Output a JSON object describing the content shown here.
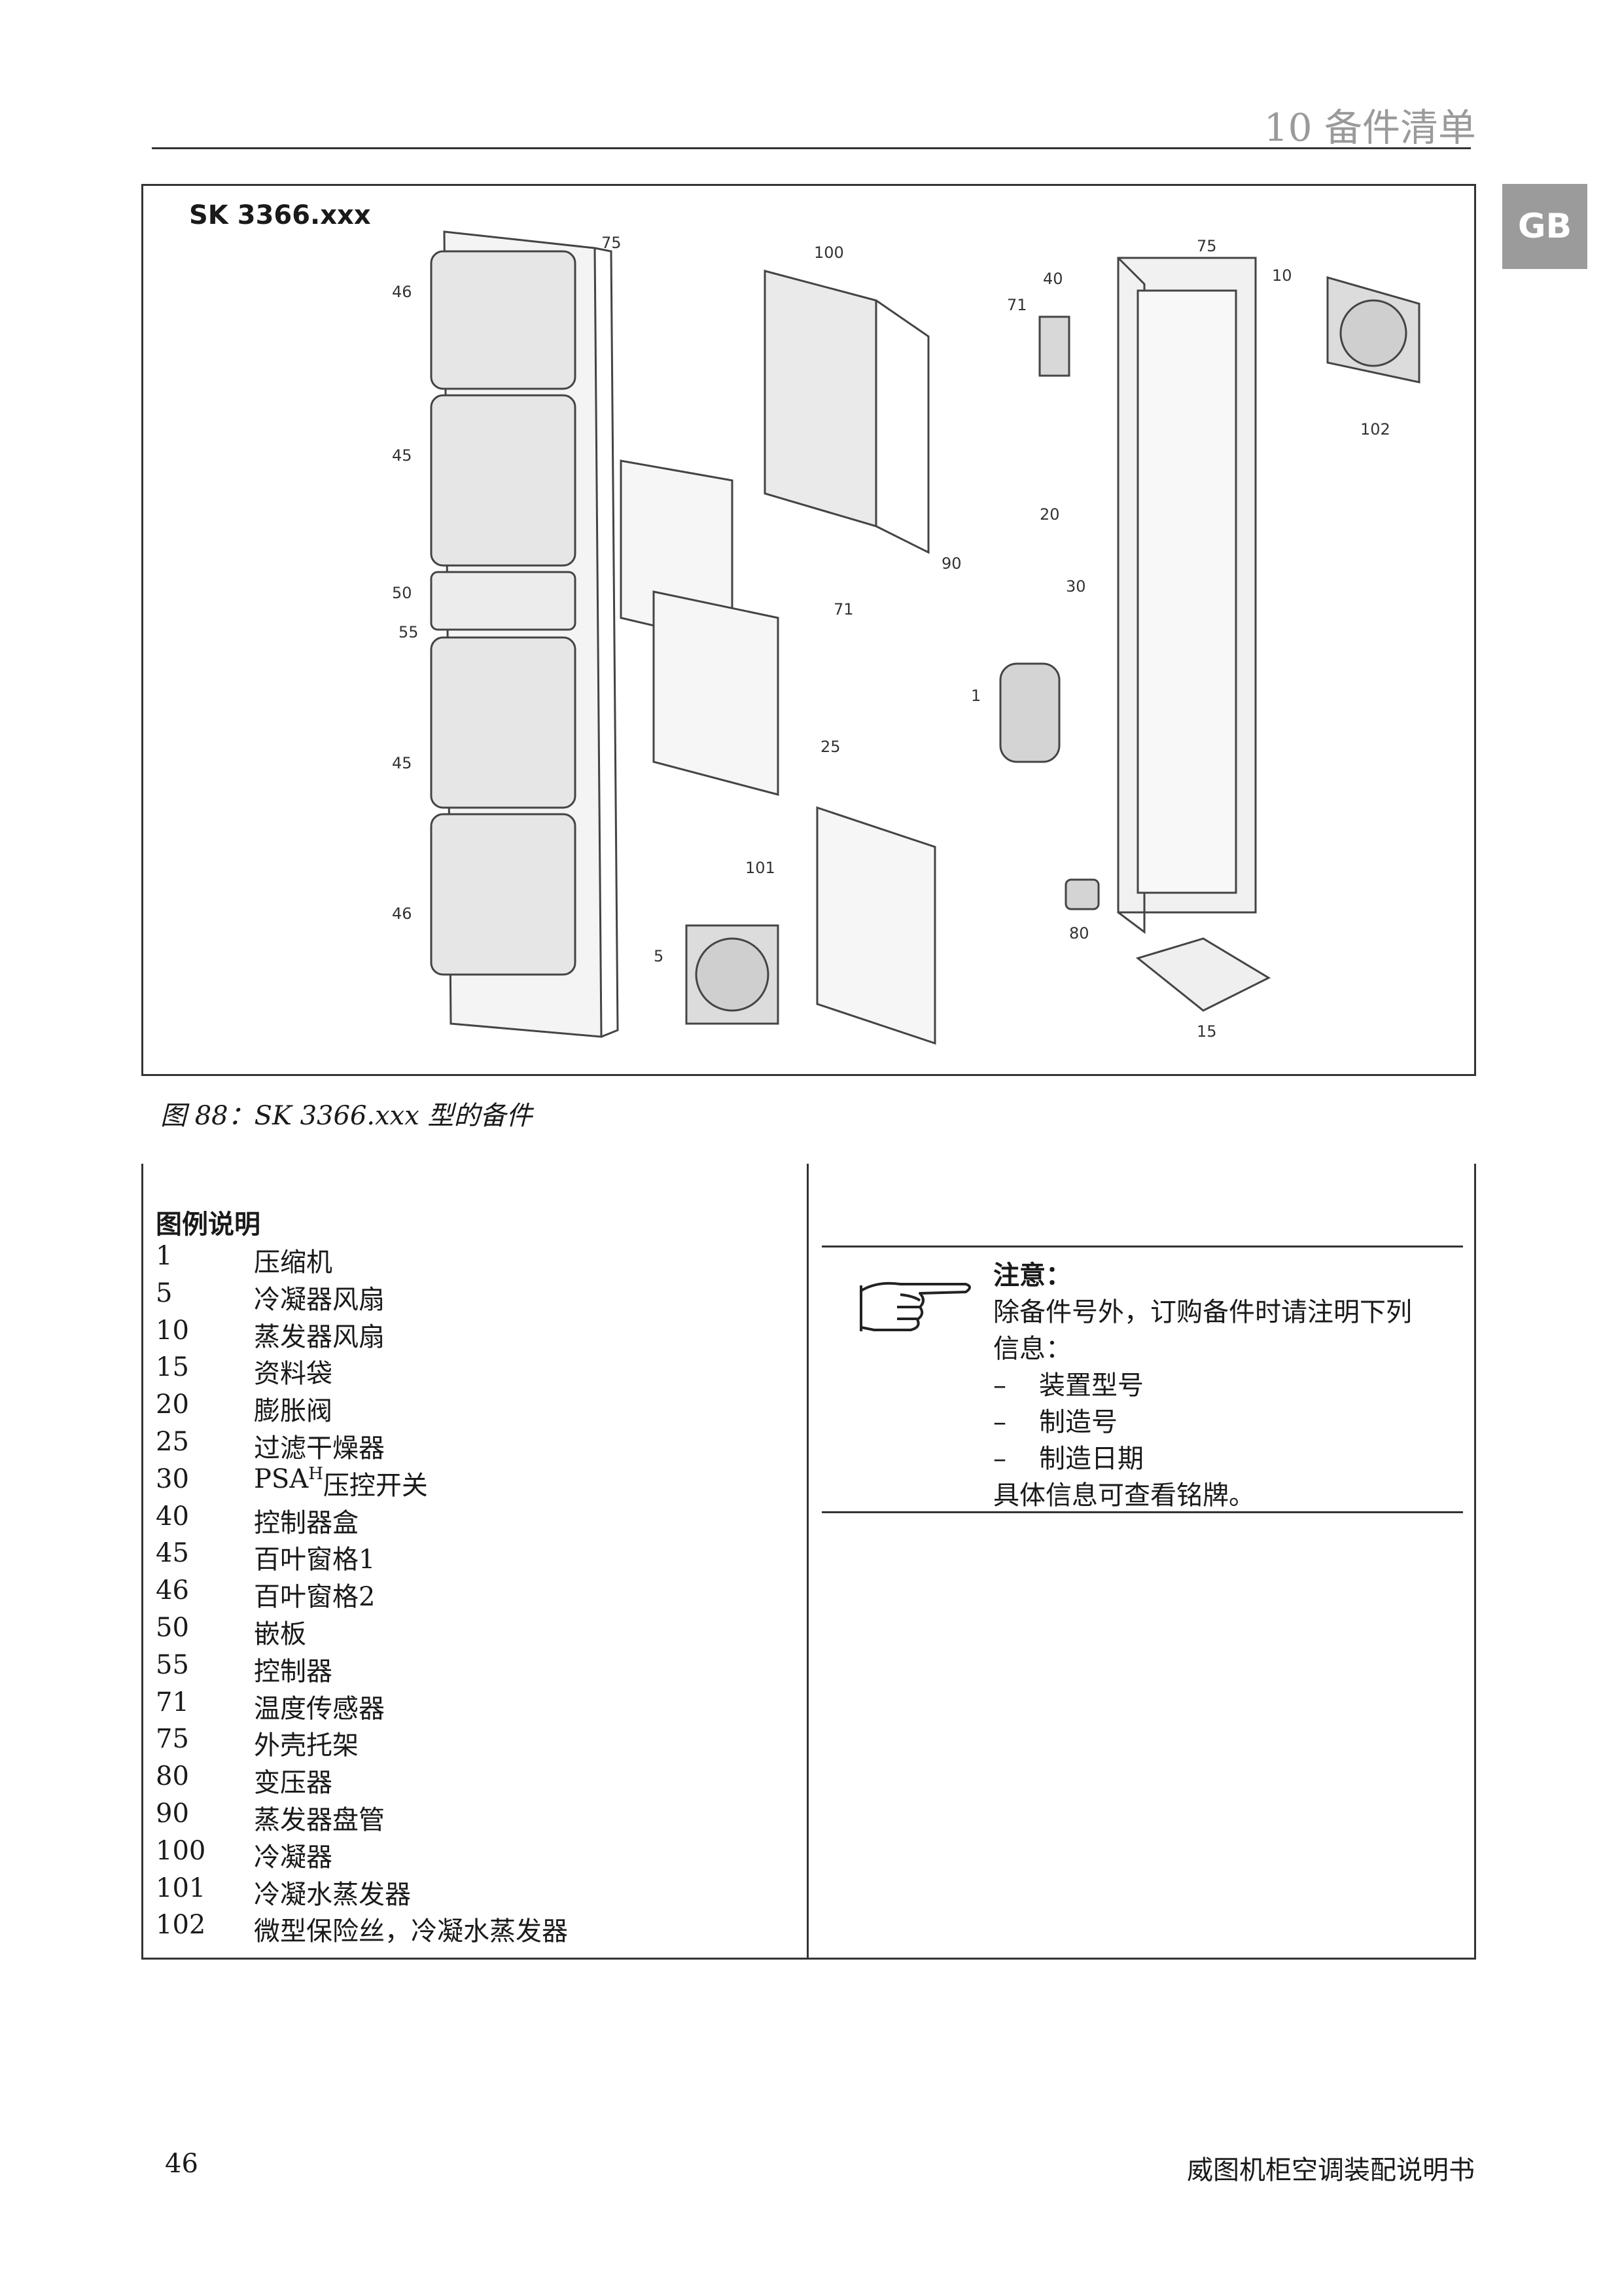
{
  "header": {
    "section_title": "10 备件清单",
    "tab_label": "GB"
  },
  "figure": {
    "model": "SK 3366.xxx",
    "caption": "图 88：SK 3366.xxx 型的备件",
    "callouts": [
      "75",
      "46",
      "45",
      "50",
      "55",
      "45",
      "46",
      "100",
      "71",
      "40",
      "75",
      "10",
      "102",
      "20",
      "90",
      "71",
      "30",
      "25",
      "1",
      "101",
      "5",
      "80",
      "15"
    ]
  },
  "legend": {
    "title": "图例说明",
    "items": [
      {
        "num": "1",
        "name": "压缩机"
      },
      {
        "num": "5",
        "name": "冷凝器风扇"
      },
      {
        "num": "10",
        "name": "蒸发器风扇"
      },
      {
        "num": "15",
        "name": "资料袋"
      },
      {
        "num": "20",
        "name": "膨胀阀"
      },
      {
        "num": "25",
        "name": "过滤干燥器"
      },
      {
        "num": "30",
        "name": "PSA",
        "sup": "H",
        "name_suffix": "压控开关"
      },
      {
        "num": "40",
        "name": "控制器盒"
      },
      {
        "num": "45",
        "name": "百叶窗格1"
      },
      {
        "num": "46",
        "name": "百叶窗格2"
      },
      {
        "num": "50",
        "name": "嵌板"
      },
      {
        "num": "55",
        "name": "控制器"
      },
      {
        "num": "71",
        "name": "温度传感器"
      },
      {
        "num": "75",
        "name": "外壳托架"
      },
      {
        "num": "80",
        "name": "变压器"
      },
      {
        "num": "90",
        "name": "蒸发器盘管"
      },
      {
        "num": "100",
        "name": "冷凝器"
      },
      {
        "num": "101",
        "name": "冷凝水蒸发器"
      },
      {
        "num": "102",
        "name": "微型保险丝，冷凝水蒸发器"
      }
    ]
  },
  "note": {
    "title": "注意：",
    "intro_line1": "除备件号外，订购备件时请注明下列",
    "intro_line2": "信息：",
    "list": [
      "装置型号",
      "制造号",
      "制造日期"
    ],
    "dash": "–",
    "closing": "具体信息可查看铭牌。"
  },
  "footer": {
    "page_number": "46",
    "doc_title": "威图机柜空调装配说明书"
  }
}
